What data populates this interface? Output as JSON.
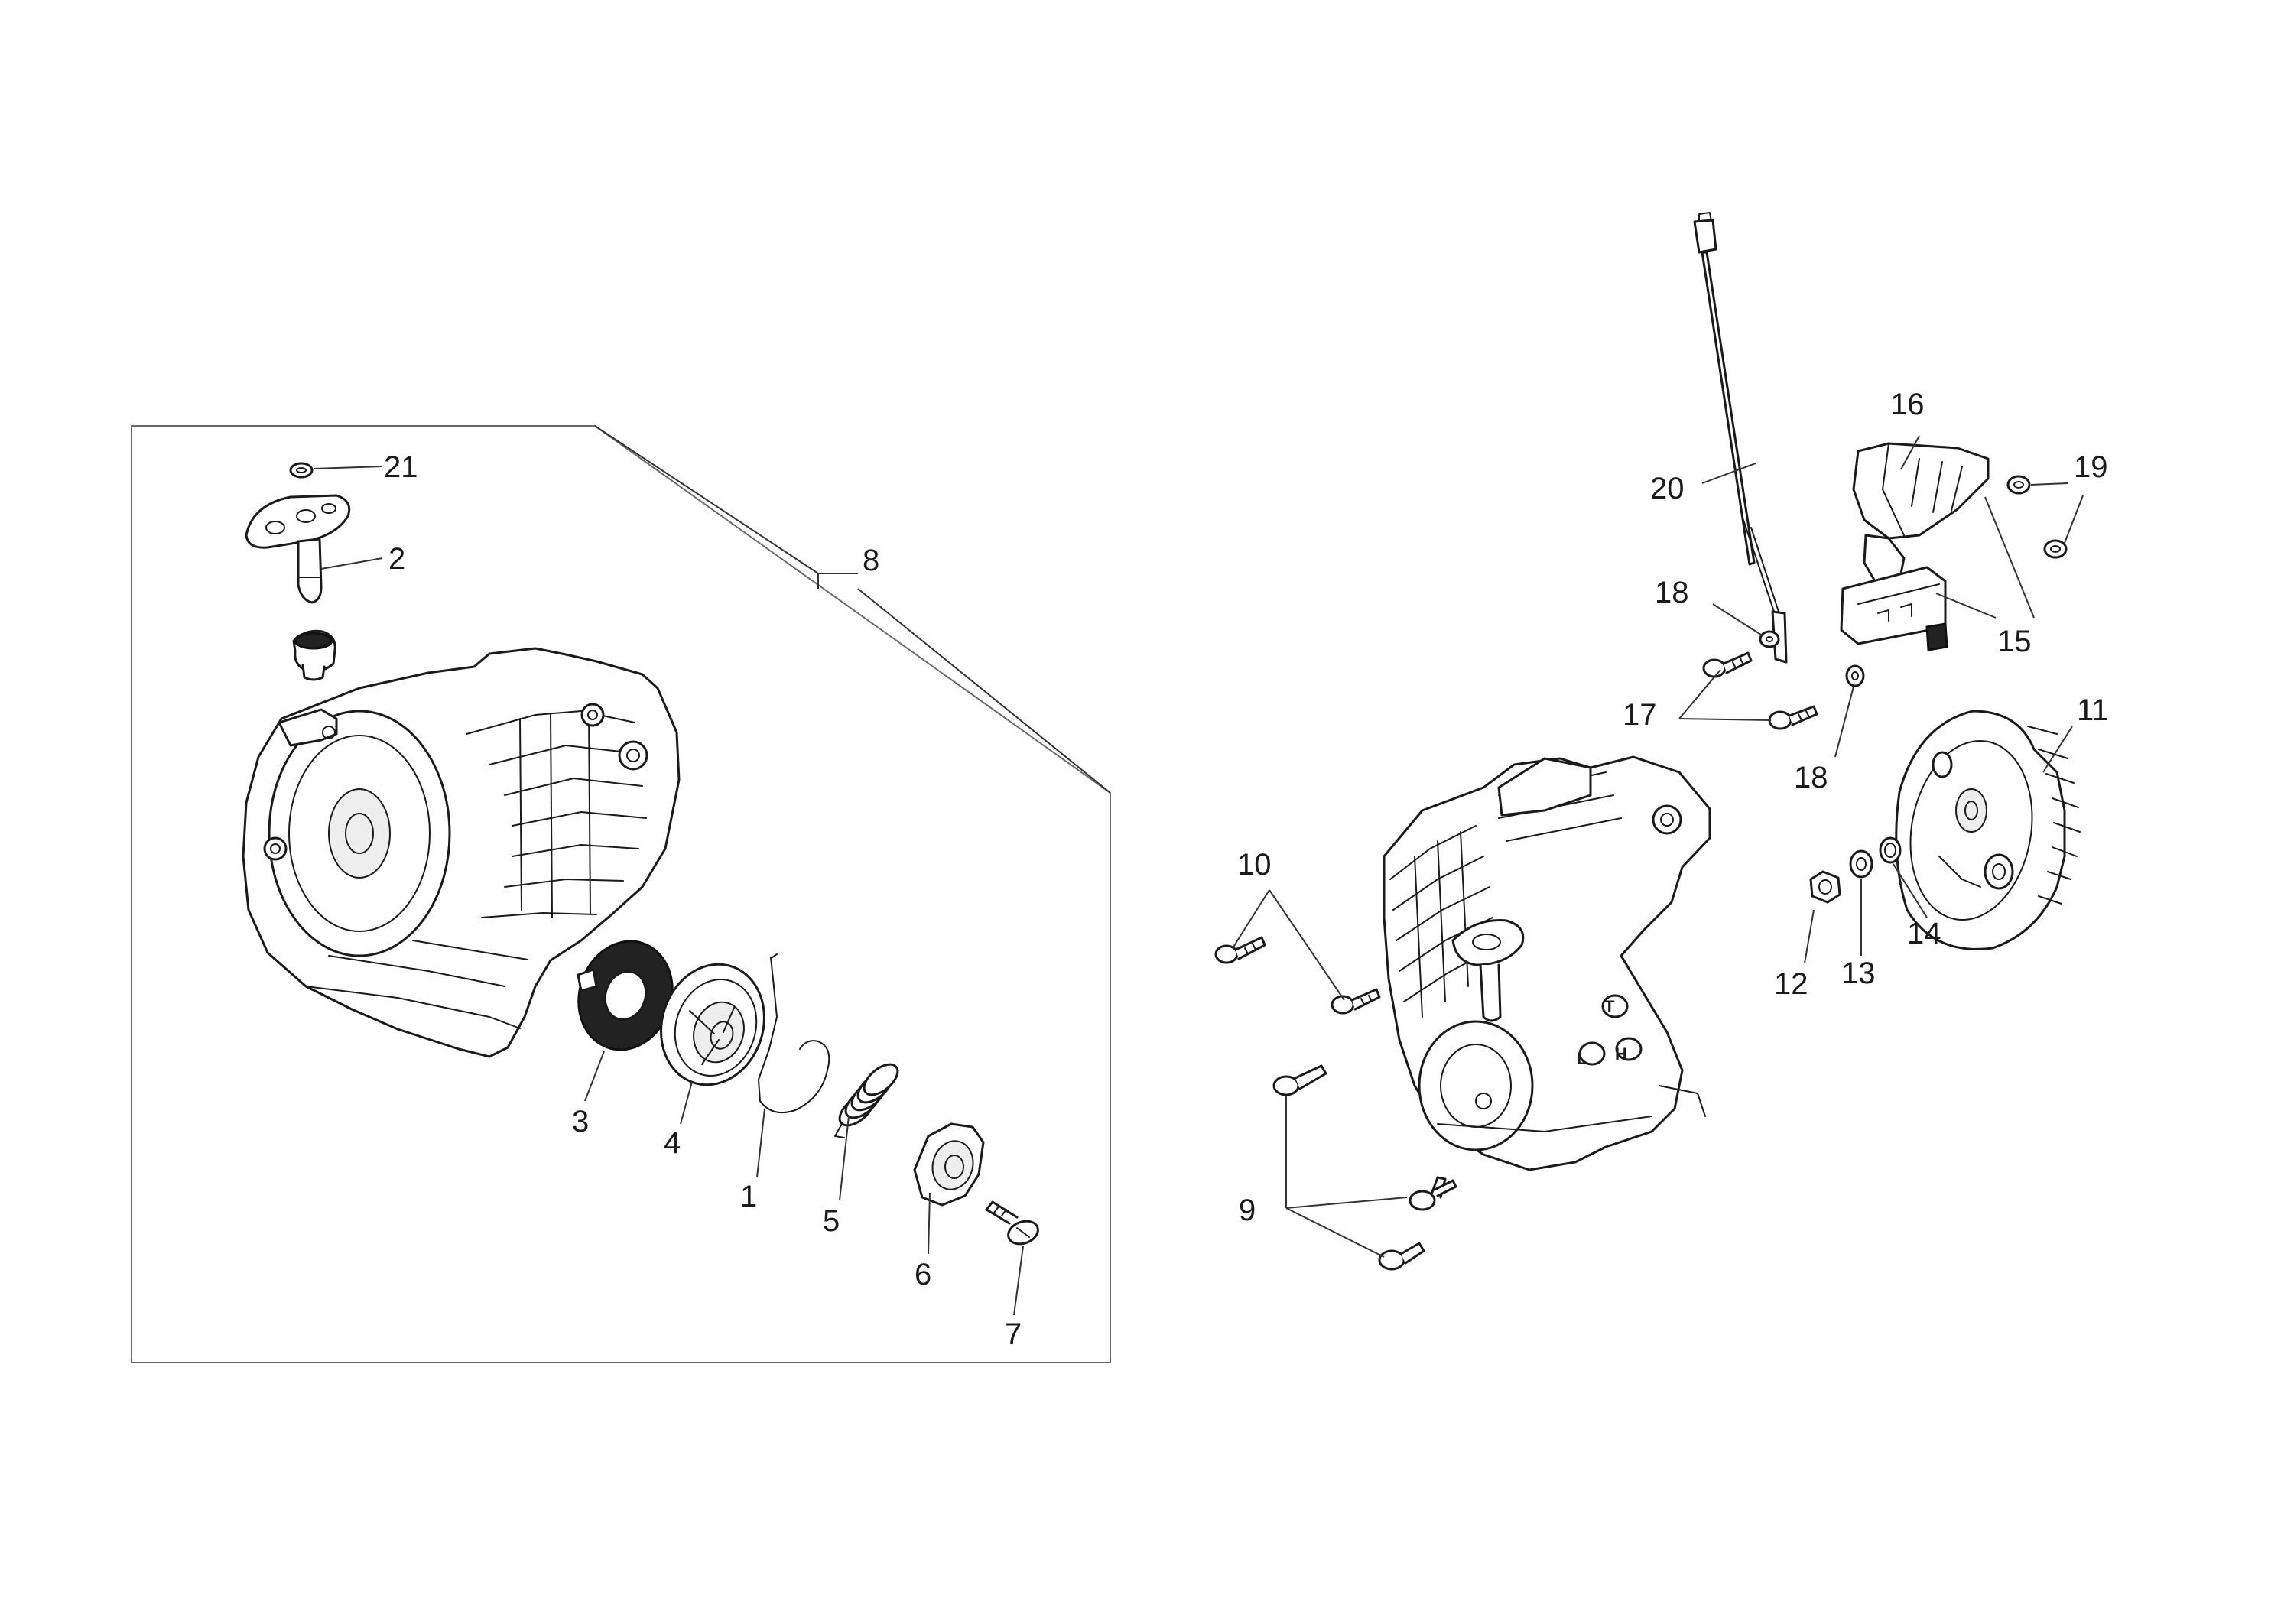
{
  "diagram": {
    "callouts": [
      {
        "id": "1",
        "label": "1"
      },
      {
        "id": "2",
        "label": "2"
      },
      {
        "id": "3",
        "label": "3"
      },
      {
        "id": "4",
        "label": "4"
      },
      {
        "id": "5",
        "label": "5"
      },
      {
        "id": "6",
        "label": "6"
      },
      {
        "id": "7",
        "label": "7"
      },
      {
        "id": "8",
        "label": "8"
      },
      {
        "id": "9",
        "label": "9"
      },
      {
        "id": "10",
        "label": "10"
      },
      {
        "id": "11",
        "label": "11"
      },
      {
        "id": "12",
        "label": "12"
      },
      {
        "id": "13",
        "label": "13"
      },
      {
        "id": "14",
        "label": "14"
      },
      {
        "id": "15",
        "label": "15"
      },
      {
        "id": "16",
        "label": "16"
      },
      {
        "id": "17",
        "label": "17"
      },
      {
        "id": "18a",
        "label": "18"
      },
      {
        "id": "18b",
        "label": "18"
      },
      {
        "id": "19",
        "label": "19"
      },
      {
        "id": "20",
        "label": "20"
      },
      {
        "id": "21",
        "label": "21"
      }
    ],
    "housing_marks": {
      "t": "T",
      "l": "L",
      "h": "H"
    }
  }
}
